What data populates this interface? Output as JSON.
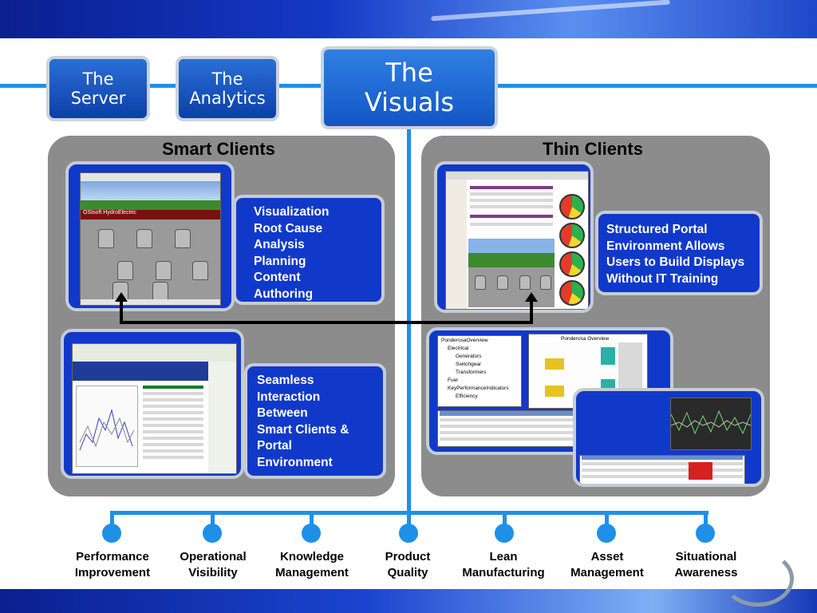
{
  "tabs": {
    "server": "The\nServer",
    "analytics": "The\nAnalytics",
    "visuals": "The\nVisuals"
  },
  "panels": {
    "smart_title": "Smart Clients",
    "thin_title": "Thin Clients"
  },
  "text_boxes": {
    "smart_features": "Visualization\nRoot Cause\nAnalysis\nPlanning\nContent\nAuthoring",
    "seamless": "Seamless\nInteraction\nBetween\nSmart Clients &\nPortal\nEnvironment",
    "portal": "Structured Portal\nEnvironment Allows\nUsers to Build Displays\nWithout IT Training"
  },
  "screens": {
    "hydro_label": "OSIsoft HydroElectric",
    "tree_root": "PonderosaOverview",
    "tree_items": [
      "Electrical",
      "Generators",
      "Switchgear",
      "Transformers",
      "Fuel",
      "KeyPerformanceIndicators",
      "Efficiency"
    ],
    "overview_title": "Ponderosa Overview"
  },
  "outcomes": [
    "Performance\nImprovement",
    "Operational\nVisibility",
    "Knowledge\nManagement",
    "Product\nQuality",
    "Lean\nManufacturing",
    "Asset\nManagement",
    "Situational\nAwareness"
  ],
  "colors": {
    "accent_line": "#1e90e8",
    "box_blue": "#1139c9",
    "panel_gray": "#8c8c8c"
  }
}
